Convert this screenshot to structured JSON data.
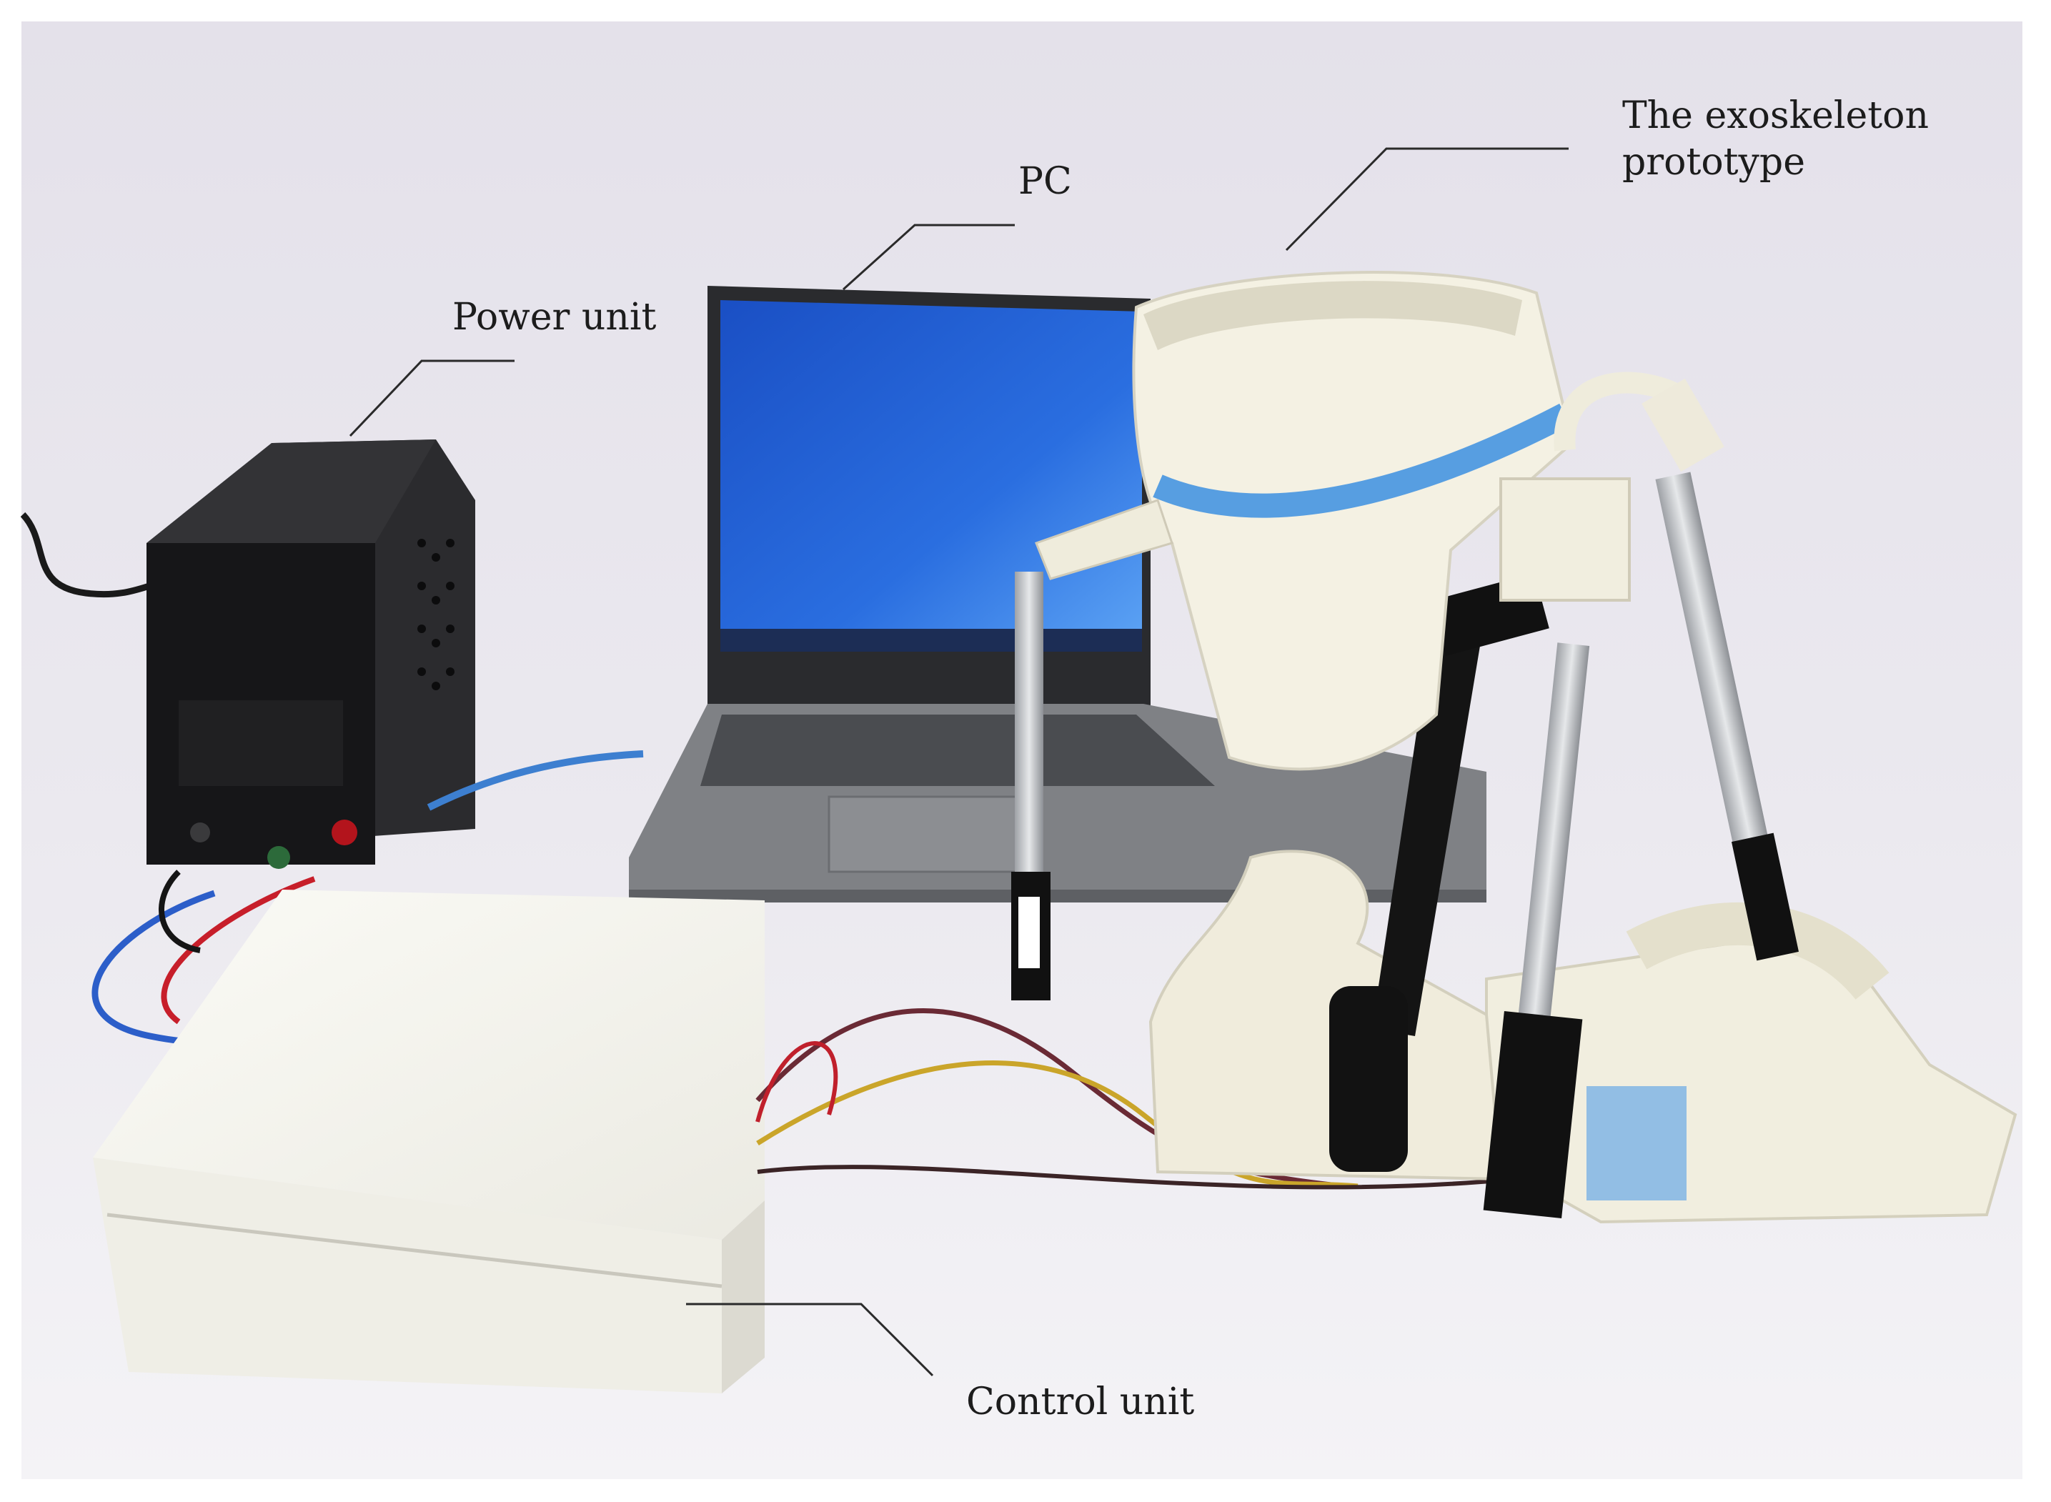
{
  "labels": {
    "pc": "PC",
    "exoskeleton_line1": "The exoskeleton",
    "exoskeleton_line2": "prototype",
    "power_unit": "Power unit",
    "control_unit": "Control unit"
  },
  "colors": {
    "background": "#ebe8ef",
    "laptop_screen": "#1f5fd6",
    "laptop_body": "#7d7f83",
    "power_unit_body": "#1b1b1d",
    "control_unit_body": "#f2f1ea",
    "exoskeleton_shell": "#f3f0e1",
    "blue_strap": "#3a8fe0",
    "callout_line": "#2a2a2a"
  }
}
